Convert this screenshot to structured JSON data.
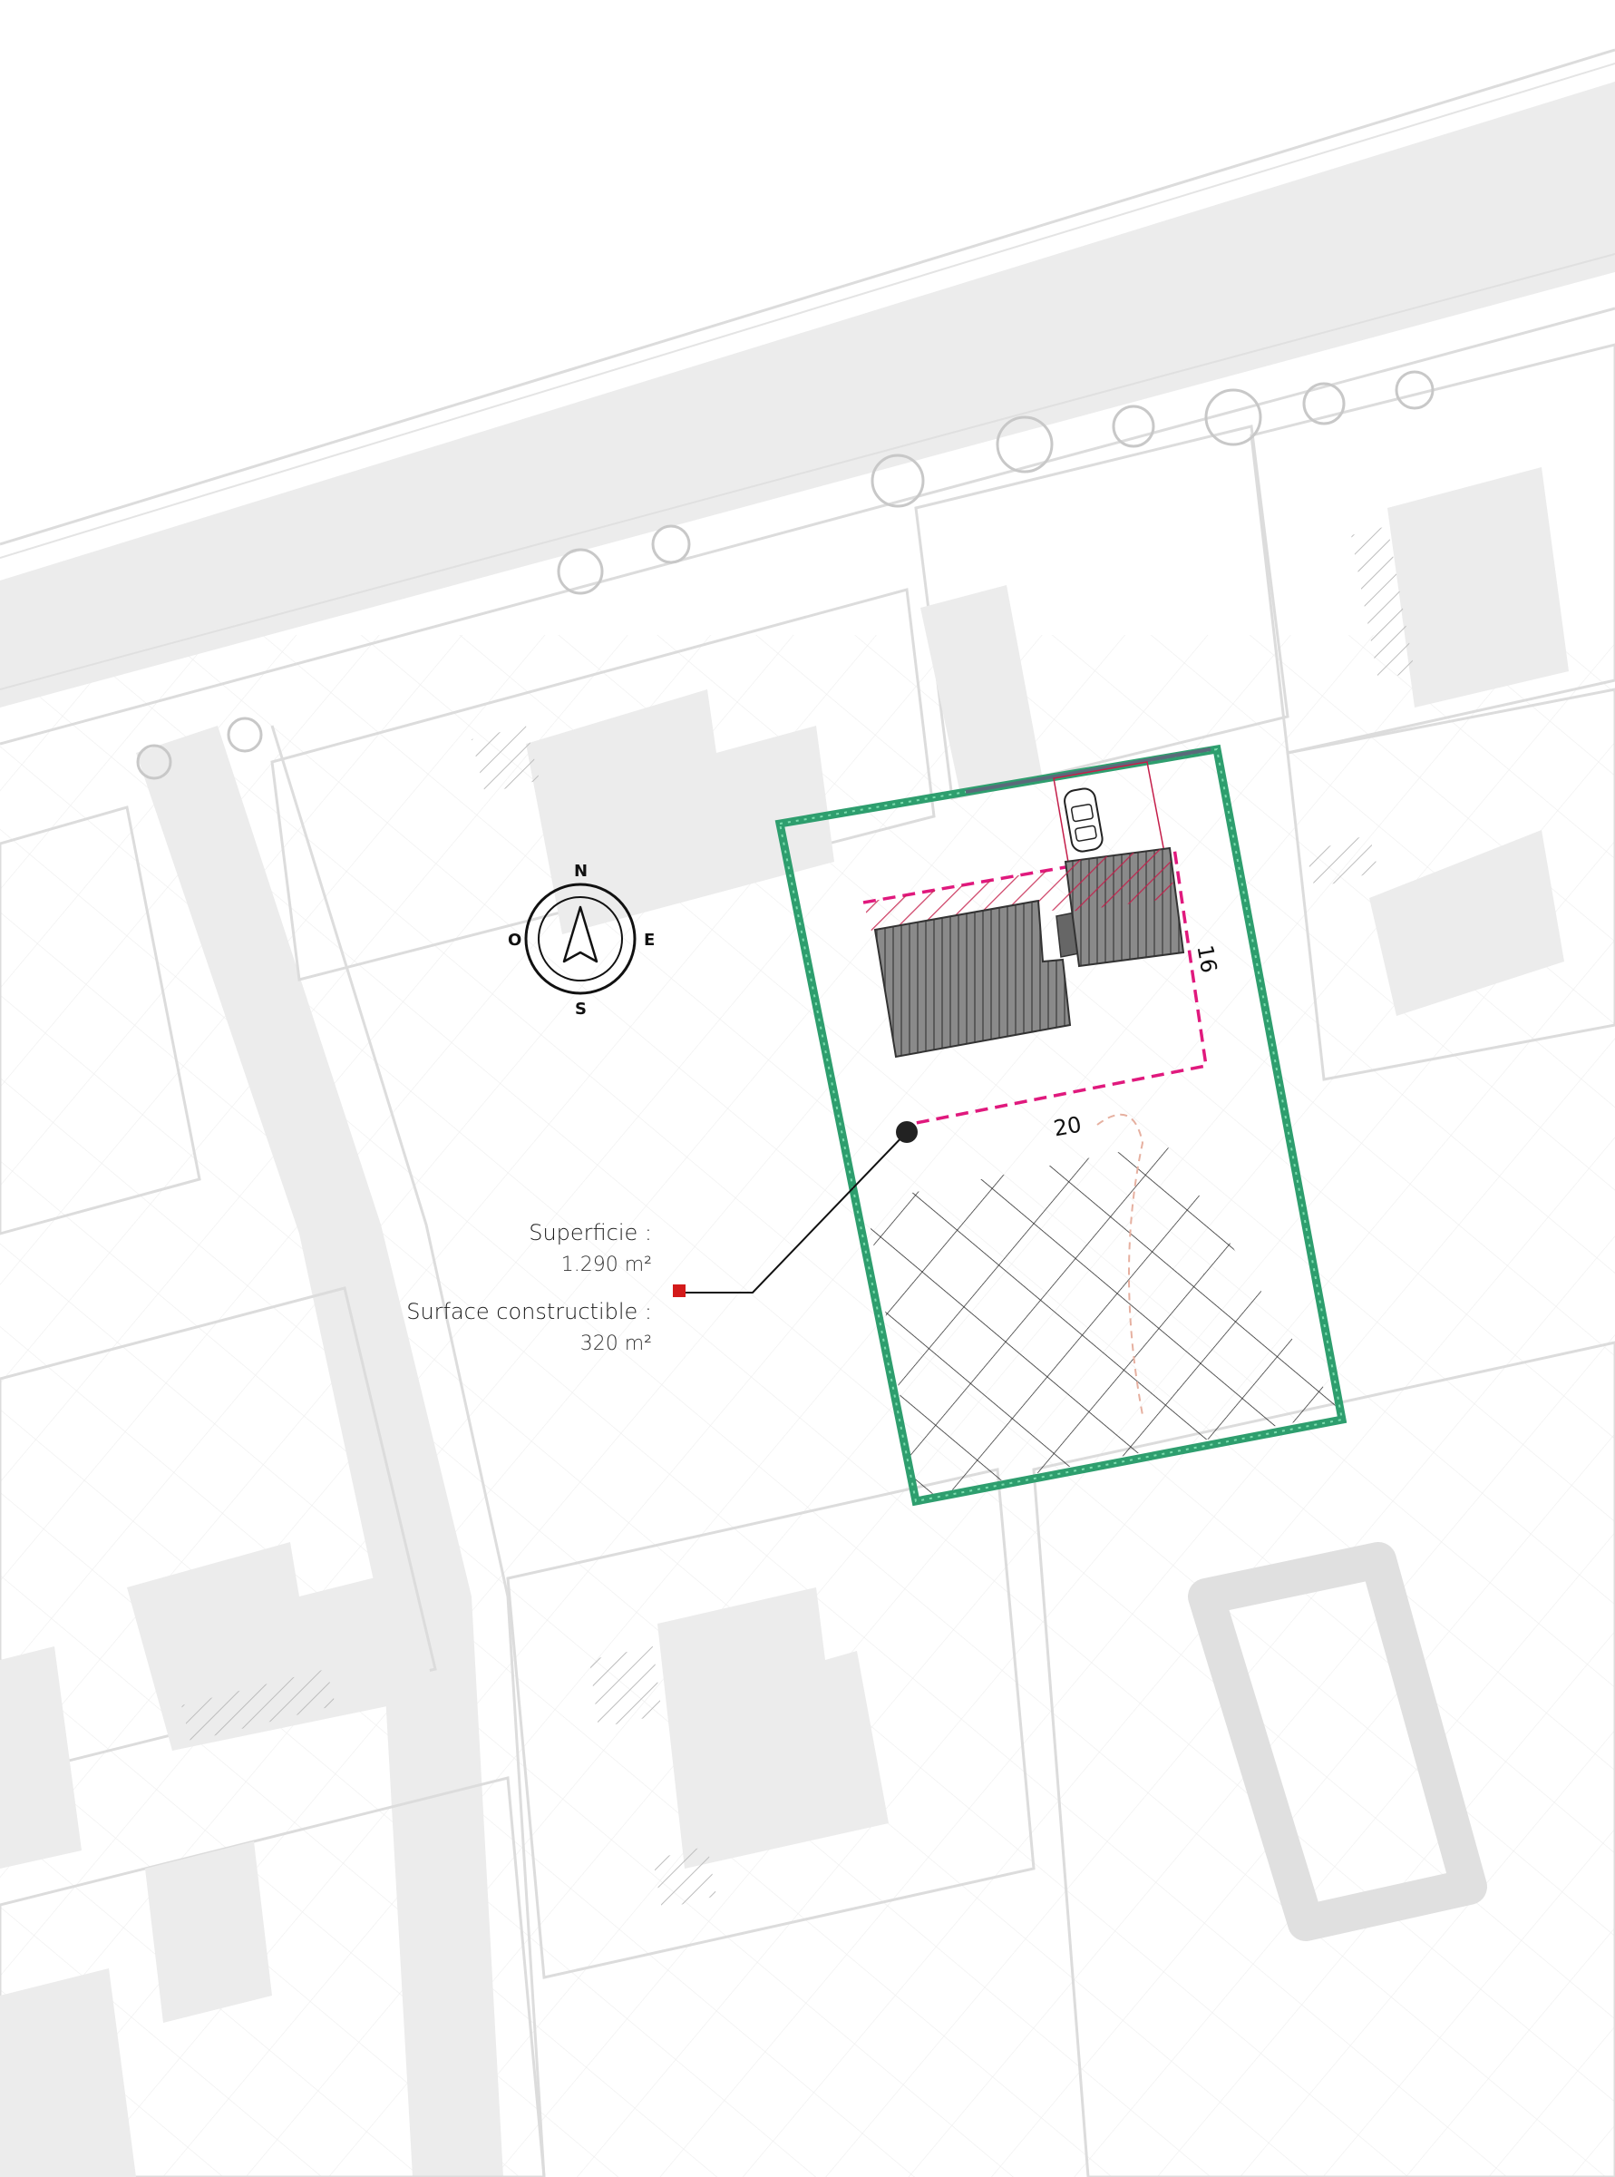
{
  "info": {
    "area_label": "Superficie :",
    "area_value": "1.290 m²",
    "buildable_label": "Surface constructible :",
    "buildable_value": "320 m²"
  },
  "compass": {
    "n": "N",
    "s": "S",
    "e": "E",
    "o": "O"
  },
  "dimensions": {
    "width": "20",
    "depth": "16"
  },
  "colors": {
    "plot_border": "#2e9e6e",
    "buildable_zone": "#e0197d",
    "marker": "#d31a1a",
    "background_map": "#ececec"
  }
}
